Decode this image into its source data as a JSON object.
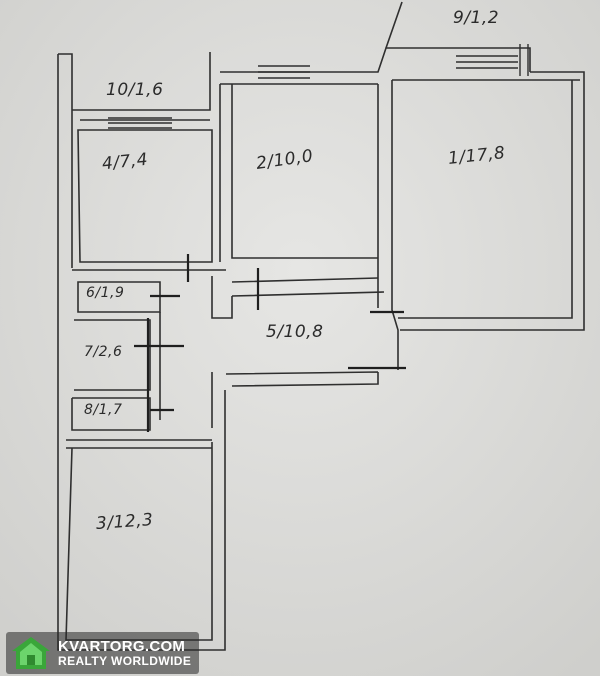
{
  "rooms": {
    "r10": "10/1,6",
    "r9": "9/1,2",
    "r4": "4/7,4",
    "r2": "2/10,0",
    "r1": "1/17,8",
    "r6": "6/1,9",
    "r7": "7/2,6",
    "r5": "5/10,8",
    "r8": "8/1,7",
    "r3": "3/12,3"
  },
  "watermark": {
    "brand": "KVARTORG.COM",
    "tagline": "REALTY WORLDWIDE"
  },
  "colors": {
    "paper": "#d9d9d7",
    "ink": "#2b2b2b",
    "logo_green": "#3aa63a"
  }
}
